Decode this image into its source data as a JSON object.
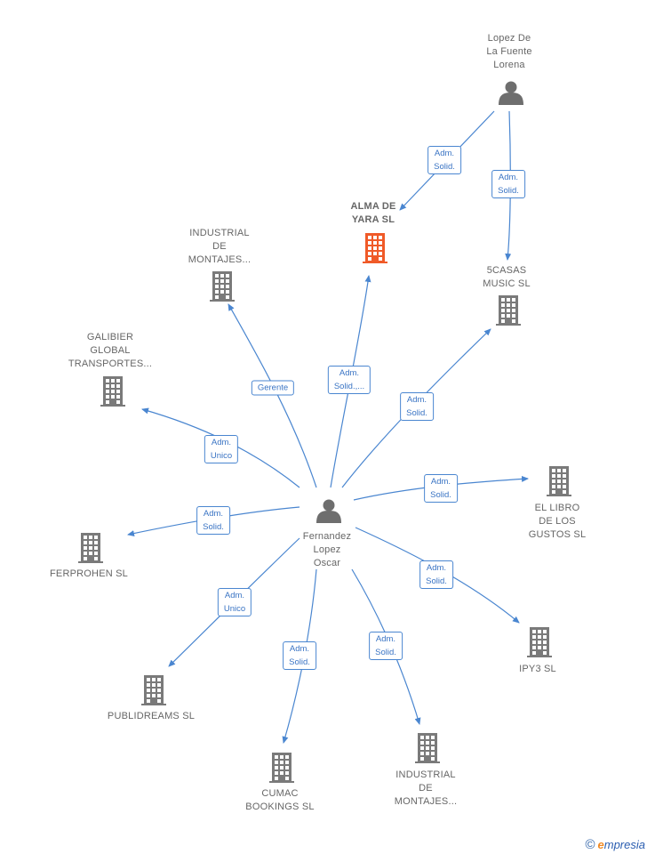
{
  "colors": {
    "edge": "#4a86d0",
    "company": "#7a7a7a",
    "highlight": "#f05a28",
    "person": "#6e6e6e"
  },
  "nodes": [
    {
      "id": "lopez",
      "kind": "person",
      "icon": "person-icon",
      "label": "Lopez De\nLa Fuente\nLorena"
    },
    {
      "id": "fernandez",
      "kind": "person",
      "icon": "person-icon",
      "label": "Fernandez\nLopez\nOscar"
    },
    {
      "id": "alma",
      "kind": "company-highlight",
      "icon": "building-icon",
      "label": "ALMA DE\nYARA  SL"
    },
    {
      "id": "cincocasas",
      "kind": "company",
      "icon": "building-icon",
      "label": "5CASAS\nMUSIC  SL"
    },
    {
      "id": "industrial1",
      "kind": "company",
      "icon": "building-icon",
      "label": "INDUSTRIAL\nDE\nMONTAJES..."
    },
    {
      "id": "galibier",
      "kind": "company",
      "icon": "building-icon",
      "label": "GALIBIER\nGLOBAL\nTRANSPORTES..."
    },
    {
      "id": "ferprohen",
      "kind": "company",
      "icon": "building-icon",
      "label": "FERPROHEN SL"
    },
    {
      "id": "publidreams",
      "kind": "company",
      "icon": "building-icon",
      "label": "PUBLIDREAMS SL"
    },
    {
      "id": "cumac",
      "kind": "company",
      "icon": "building-icon",
      "label": "CUMAC\nBOOKINGS  SL"
    },
    {
      "id": "industrial2",
      "kind": "company",
      "icon": "building-icon",
      "label": "INDUSTRIAL\nDE\nMONTAJES..."
    },
    {
      "id": "ipy3",
      "kind": "company",
      "icon": "building-icon",
      "label": "IPY3  SL"
    },
    {
      "id": "libro",
      "kind": "company",
      "icon": "building-icon",
      "label": "EL LIBRO\nDE LOS\nGUSTOS  SL"
    }
  ],
  "edges": [
    {
      "from": "lopez",
      "to": "alma",
      "label": "Adm.\nSolid."
    },
    {
      "from": "lopez",
      "to": "cincocasas",
      "label": "Adm.\nSolid."
    },
    {
      "from": "fernandez",
      "to": "industrial1",
      "label": "Gerente"
    },
    {
      "from": "fernandez",
      "to": "alma",
      "label": "Adm.\nSolid.,..."
    },
    {
      "from": "fernandez",
      "to": "cincocasas",
      "label": "Adm.\nSolid."
    },
    {
      "from": "fernandez",
      "to": "galibier",
      "label": "Adm.\nUnico"
    },
    {
      "from": "fernandez",
      "to": "libro",
      "label": "Adm.\nSolid."
    },
    {
      "from": "fernandez",
      "to": "ferprohen",
      "label": "Adm.\nSolid."
    },
    {
      "from": "fernandez",
      "to": "ipy3",
      "label": "Adm.\nSolid."
    },
    {
      "from": "fernandez",
      "to": "publidreams",
      "label": "Adm.\nUnico"
    },
    {
      "from": "fernandez",
      "to": "cumac",
      "label": "Adm.\nSolid."
    },
    {
      "from": "fernandez",
      "to": "industrial2",
      "label": "Adm.\nSolid."
    }
  ],
  "footer": {
    "copyright": "©",
    "brand_initial": "e",
    "brand_rest": "mpresia"
  }
}
